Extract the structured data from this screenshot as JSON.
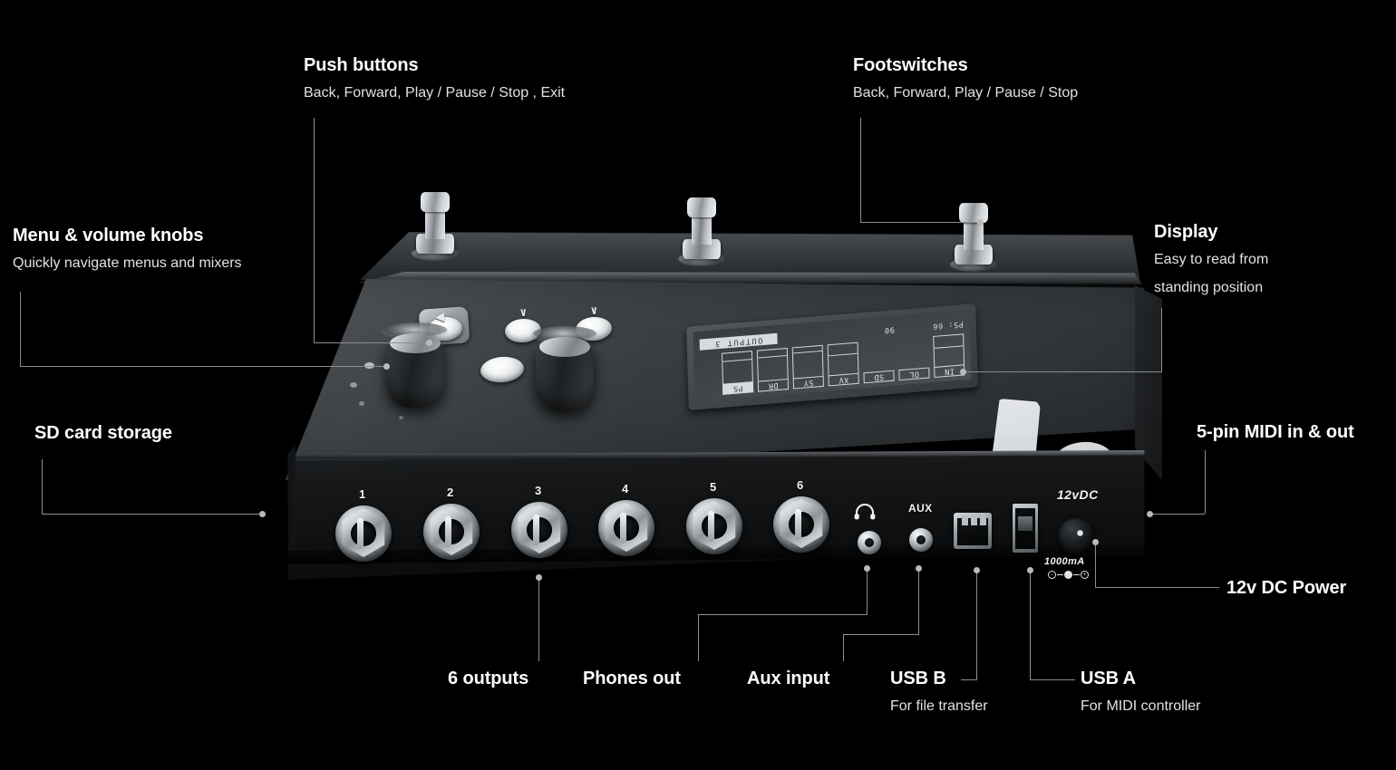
{
  "page": {
    "background_color": "#000000",
    "leader_line_color": "#8d8d8d",
    "text_color": "#ffffff",
    "subtext_color": "#e2e2e2"
  },
  "callouts": [
    {
      "id": "push-buttons",
      "title": "Push buttons",
      "sub": "Back, Forward, Play / Pause / Stop , Exit"
    },
    {
      "id": "footswitches",
      "title": "Footswitches",
      "sub": "Back, Forward, Play / Pause / Stop"
    },
    {
      "id": "menu-knobs",
      "title": "Menu & volume knobs",
      "sub": "Quickly navigate menus and mixers"
    },
    {
      "id": "display",
      "title": "Display",
      "sub": "Easy to read from standing position"
    },
    {
      "id": "sd-card",
      "title": "SD card storage",
      "sub": ""
    },
    {
      "id": "midi",
      "title": "5-pin MIDI in & out",
      "sub": ""
    },
    {
      "id": "dc-power",
      "title": "12v DC Power",
      "sub": ""
    },
    {
      "id": "outputs",
      "title": "6 outputs",
      "sub": ""
    },
    {
      "id": "phones",
      "title": "Phones out",
      "sub": ""
    },
    {
      "id": "aux",
      "title": "Aux input",
      "sub": ""
    },
    {
      "id": "usb-b",
      "title": "USB B",
      "sub": "For file transfer"
    },
    {
      "id": "usb-a",
      "title": "USB A",
      "sub": "For MIDI controller"
    }
  ],
  "device": {
    "output_jack_numbers": [
      "1",
      "2",
      "3",
      "4",
      "5",
      "6"
    ],
    "panel_labels": {
      "headphones_icon": "headphones-icon",
      "aux": "AUX",
      "voltage": "12vDC",
      "current": "1000mA"
    },
    "push_button_glyphs": [
      "◀",
      "∨",
      "∨",
      "●"
    ],
    "display": {
      "channels": [
        {
          "label": "IN",
          "inverted": false,
          "fill_ratio": 0.55
        },
        {
          "label": "OL",
          "inverted": false,
          "fill_ratio": 0.0
        },
        {
          "label": "SD",
          "inverted": false,
          "fill_ratio": 0.0
        },
        {
          "label": "XV",
          "inverted": false,
          "fill_ratio": 0.42
        },
        {
          "label": "SY",
          "inverted": false,
          "fill_ratio": 0.22
        },
        {
          "label": "DR",
          "inverted": false,
          "fill_ratio": 0.3
        },
        {
          "label": "PS",
          "inverted": true,
          "fill_ratio": 0.3
        }
      ],
      "status_left": "PS: 66",
      "status_mid": "90",
      "selected": "OUTPUT 3"
    }
  }
}
